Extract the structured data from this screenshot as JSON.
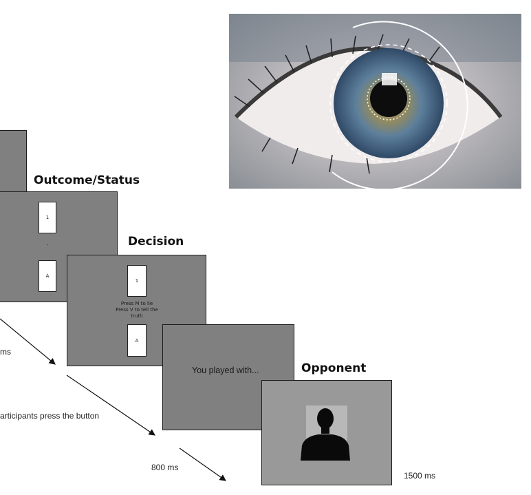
{
  "labels": {
    "outcome": "Outcome/Status",
    "decision": "Decision",
    "opponent": "Opponent"
  },
  "outcome_screen": {
    "top_card": "1",
    "separator": "-",
    "bottom_card": "A"
  },
  "decision_screen": {
    "top_card": "1",
    "instruction": "Press M to lie\nPress V to tell the\ntruth",
    "bottom_card": "A"
  },
  "intro_screen": {
    "message": "You played with..."
  },
  "timings": {
    "ms_partial": "ms",
    "participants": "articipants press the button",
    "t800": "800 ms",
    "t1500": "1500 ms"
  },
  "colors": {
    "screen_gray": "#808080",
    "opponent_gray": "#999999",
    "silhouette_bg": "#b8b8b8"
  },
  "icons": {
    "eye_photo": "eye-tracking-photo",
    "silhouette": "person-silhouette-icon"
  }
}
